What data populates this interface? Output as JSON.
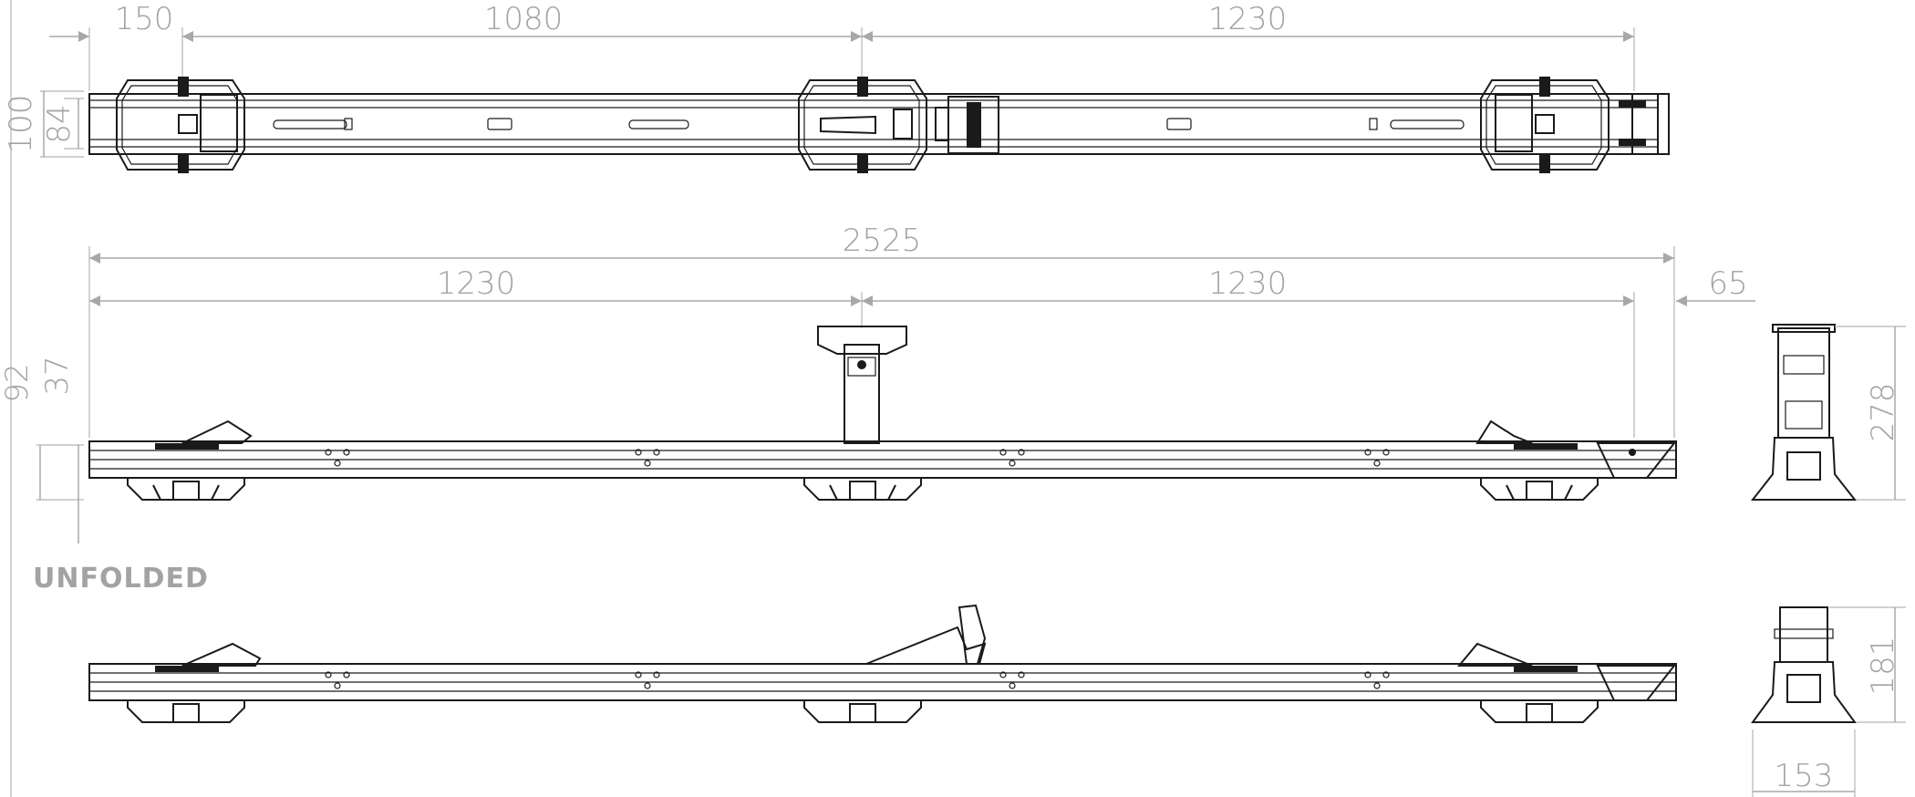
{
  "dimensions": {
    "top_150": "150",
    "top_1080": "1080",
    "top_1230": "1230",
    "top_100": "100",
    "top_84": "84",
    "side_2525": "2525",
    "side_1230_left": "1230",
    "side_1230_right": "1230",
    "side_65": "65",
    "side_92": "92",
    "side_37": "37",
    "end_278": "278",
    "end_181": "181",
    "end_153": "153"
  },
  "labels": {
    "unfolded": "UNFOLDED"
  },
  "colors": {
    "dimension": "#a3a3a3",
    "part": "#1a1a1a"
  }
}
